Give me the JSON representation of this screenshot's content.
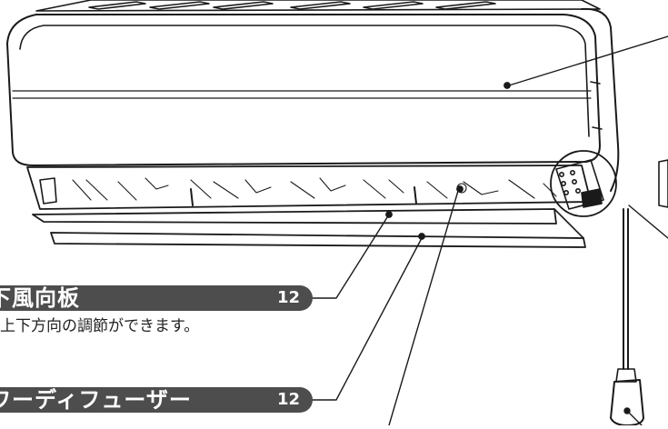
{
  "callouts": [
    {
      "title": "下風向板",
      "page": "12",
      "description": "上下方向の調節ができます。"
    },
    {
      "title": "ワーディフューザー",
      "page": "12",
      "description": ""
    }
  ],
  "colors": {
    "line": "#1a1a1a",
    "callout_bg": "#4d4d4d",
    "callout_text": "#ffffff"
  }
}
